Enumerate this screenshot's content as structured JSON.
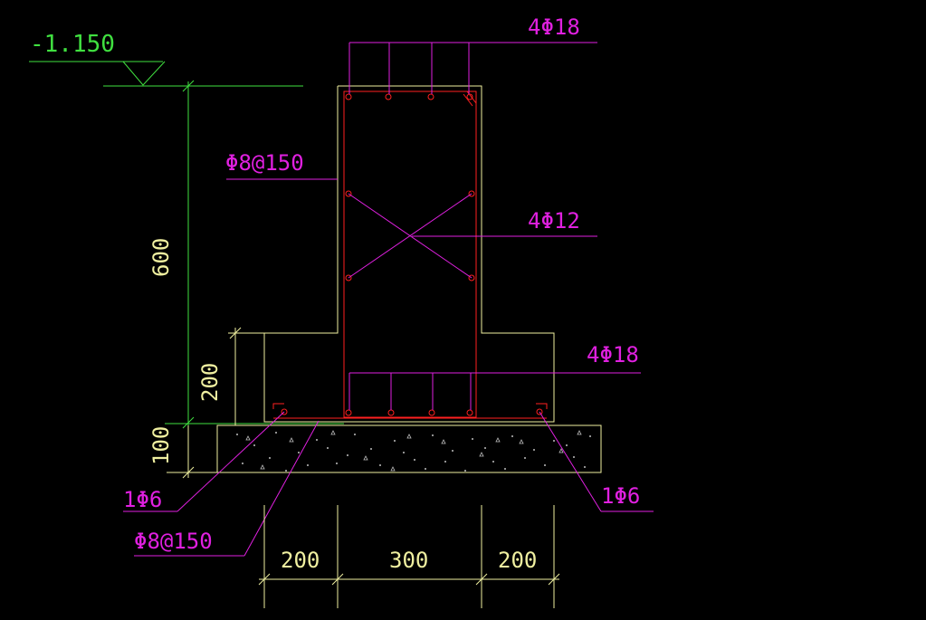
{
  "drawing": {
    "elevation_label": "-1.150",
    "rebar_top": "4Φ18",
    "stirrup_upper": "Φ8@150",
    "rebar_mid": "4Φ12",
    "rebar_bottom": "4Φ18",
    "stirrup_lower": "Φ8@150",
    "bar_left": "1Φ6",
    "bar_right": "1Φ6",
    "dim_600": "600",
    "dim_200_vertical": "200",
    "dim_100": "100",
    "dim_left_200": "200",
    "dim_mid_300": "300",
    "dim_right_200": "200"
  },
  "colors": {
    "background": "#000000",
    "concrete_outline": "#f0f0a0",
    "rebar": "#ff2020",
    "leader": "#e020e0",
    "dimension_green": "#40e040",
    "dimension_yellow": "#f0f0a0",
    "elevation_green": "#40e040"
  }
}
